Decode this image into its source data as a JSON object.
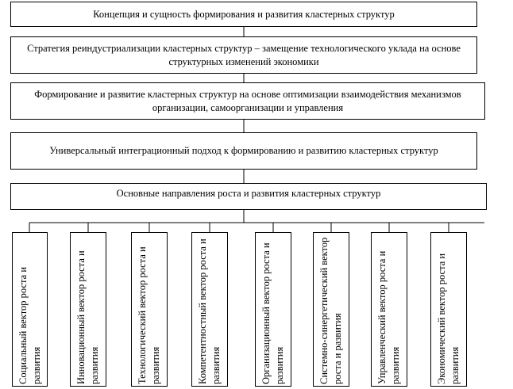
{
  "top_boxes": [
    "Концепция и сущность формирования и развития кластерных структур",
    "Стратегия реиндустриализации кластерных структур – замещение технологического уклада на основе структурных изменений экономики",
    "Формирование и развитие кластерных структур на основе оптимизации взаимодействия механизмов организации, самоорганизации и управления",
    "Универсальный интеграционный подход к формированию и развитию кластерных структур",
    "Основные направления роста и развития кластерных структур"
  ],
  "vectors": [
    "Социальный вектор роста и развития",
    "Инновационный вектор роста и развития",
    "Технологический вектор роста и развития",
    "Компетентностный вектор роста и развития",
    "Организационный вектор роста и развития",
    "Системно-синергетический вектор роста и развития",
    "Управленческий вектор роста и развития",
    "Экономический вектор роста и развития"
  ]
}
